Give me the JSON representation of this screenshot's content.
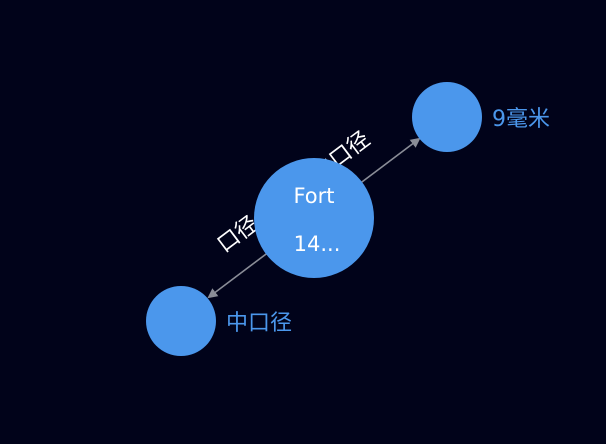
{
  "graph": {
    "colors": {
      "background": "#01031a",
      "node": "#4b97ec",
      "node_label_outside": "#4b97ec",
      "node_label_inside": "#ffffff",
      "edge": "#8a8d97",
      "edge_label": "#ffffff"
    },
    "center": {
      "line1": "Fort",
      "line2": "14..."
    },
    "nodes": {
      "top_right": {
        "label": "9毫米"
      },
      "bottom_left": {
        "label": "中口径"
      }
    },
    "edges": {
      "to_top_right": {
        "label": "中口径"
      },
      "to_bottom_left": {
        "label": "口径"
      }
    }
  }
}
